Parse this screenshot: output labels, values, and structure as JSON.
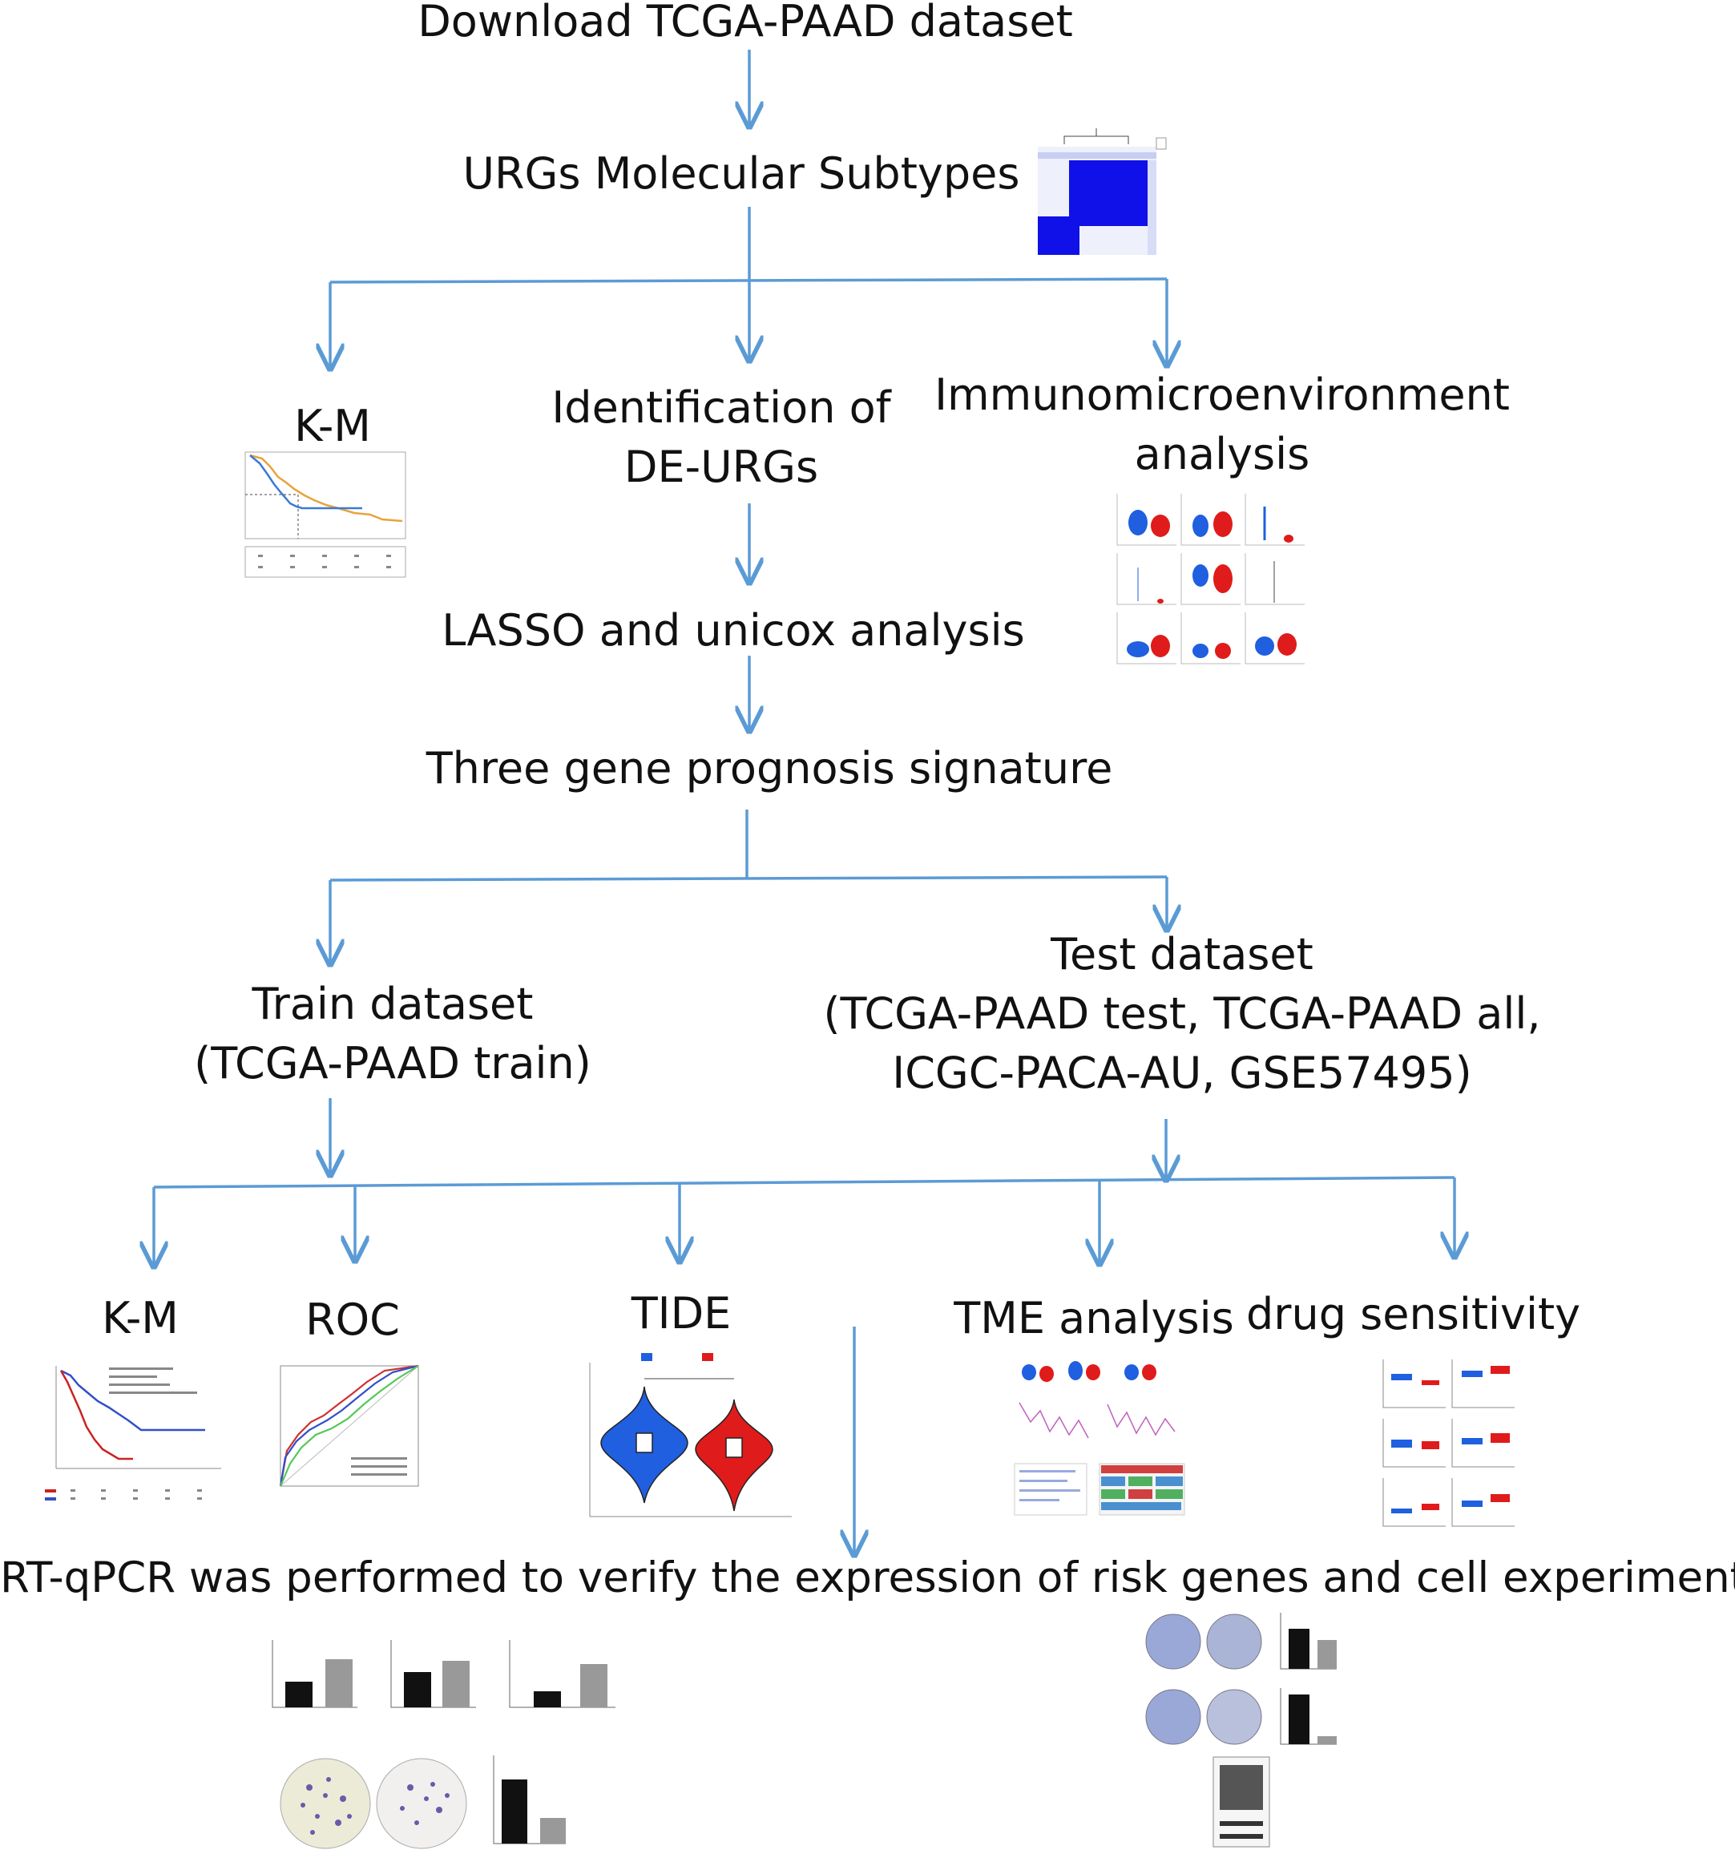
{
  "nodes": {
    "download": "Download TCGA-PAAD dataset",
    "subtypes": "URGs Molecular Subtypes",
    "km_top": "K-M",
    "deurgs": [
      "Identification of",
      "DE-URGs"
    ],
    "immuno": [
      "Immunomicroenvironment",
      "analysis"
    ],
    "lasso": "LASSO and unicox analysis",
    "signature": "Three gene prognosis signature",
    "train": [
      "Train dataset",
      "(TCGA-PAAD train)"
    ],
    "test": [
      "Test dataset",
      "(TCGA-PAAD test, TCGA-PAAD all,",
      "ICGC-PACA-AU, GSE57495)"
    ],
    "km_bottom": "K-M",
    "roc": "ROC",
    "tide": "TIDE",
    "tme": "TME analysis",
    "drug": "drug sensitivity",
    "rtqpcr": "RT-qPCR was performed to verify the expression of risk genes and cell experiments"
  },
  "colors": {
    "arrow": "#5b9bd5",
    "text": "#111111",
    "low_risk": "#1f5fe0",
    "high_risk": "#e01b1b",
    "heatmap": "#1010e8",
    "km_orange": "#e8a33a",
    "km_blue": "#3a7ad5",
    "colony": "#6a5aa8"
  },
  "thumbnails": [
    "consensus-heatmap-thumbnail",
    "km-curve-thumbnail-top",
    "immune-violin-grid-thumbnail",
    "km-curve-thumbnail-bottom",
    "roc-curve-thumbnail",
    "tide-violin-thumbnail",
    "tme-analysis-thumbnail",
    "drug-sensitivity-boxplot-thumbnail",
    "rtqpcr-bar-and-colony-thumbnail",
    "cell-experiment-thumbnail"
  ]
}
